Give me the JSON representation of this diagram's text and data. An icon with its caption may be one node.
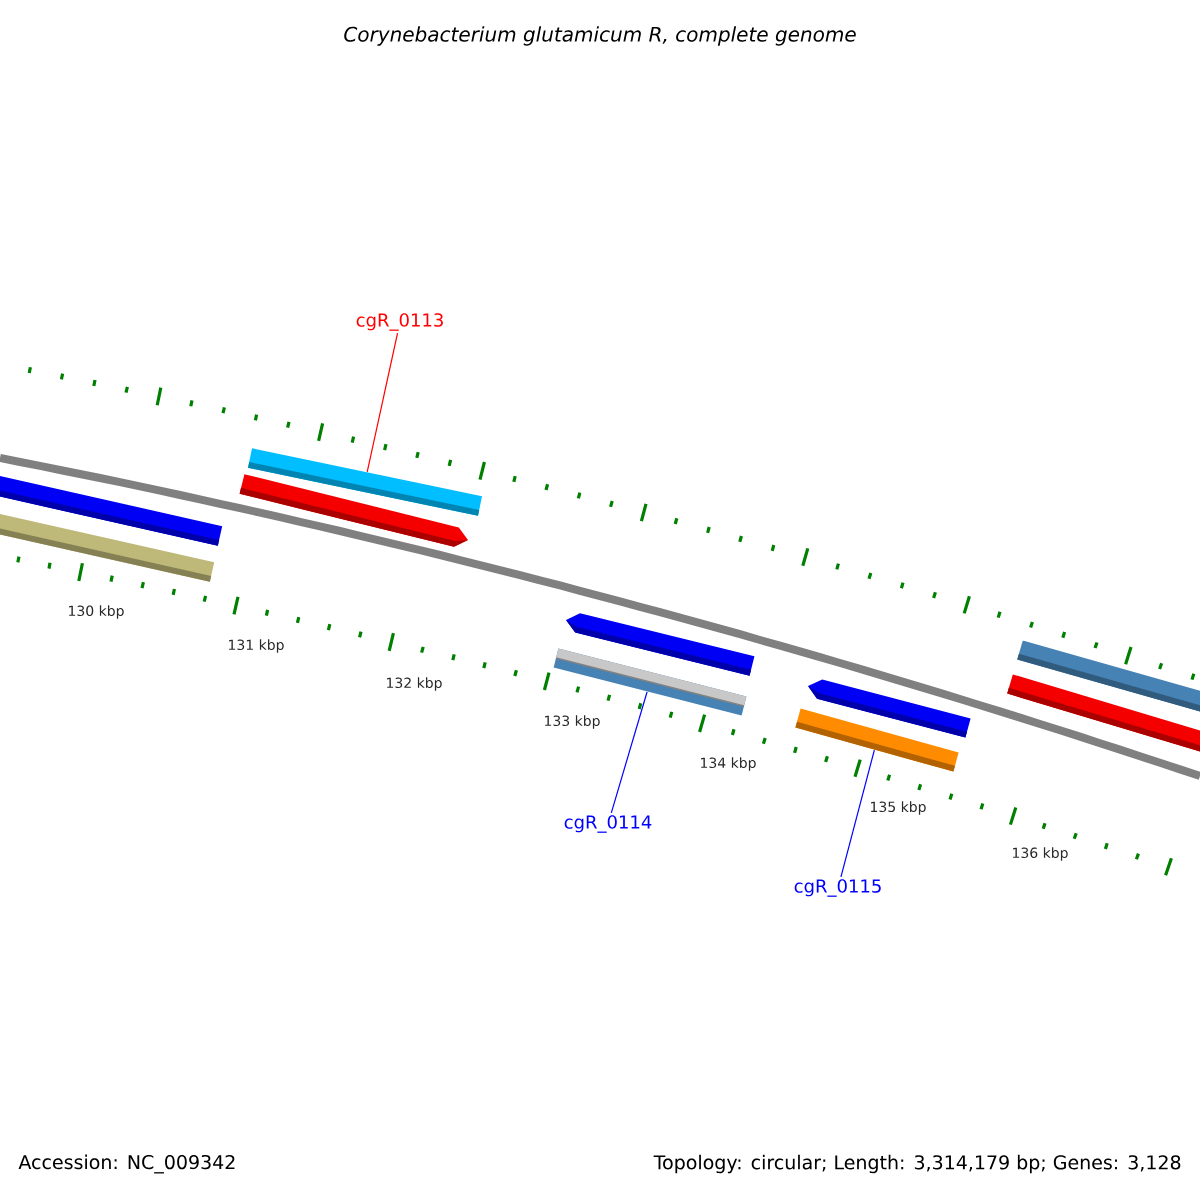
{
  "diagram": {
    "title": "Corynebacterium glutamicum R, complete genome",
    "nodes": [
      {
        "text": [],
        "shape": "bar"
      },
      {
        "text": [],
        "shape": "bar"
      },
      {
        "text": [
          "cgR_0113"
        ]
      },
      {
        "text": [],
        "shape": "bar"
      },
      {
        "text": [],
        "shape": "bar"
      },
      {
        "text": [
          "cgR_0114"
        ]
      },
      {
        "text": [],
        "shape": "bar"
      },
      {
        "text": [],
        "shape": "bar"
      },
      {
        "text": [
          "cgR_0115"
        ]
      },
      {
        "text": [],
        "shape": "bar"
      },
      {
        "text": [],
        "shape": "bar"
      },
      {
        "text": [],
        "shape": "bar"
      },
      {
        "text": [],
        "shape": "bar"
      }
    ],
    "edges": [
      {
        "from": 2,
        "to": 3,
        "arrow": "none",
        "color": "#ff0000"
      },
      {
        "from": 5,
        "to": 7,
        "arrow": "none",
        "color": "#0000ff"
      },
      {
        "from": 8,
        "to": 10,
        "arrow": "none",
        "color": "#0000ff"
      }
    ],
    "labels": [
      "130 kbp",
      "131 kbp",
      "132 kbp",
      "133 kbp",
      "134 kbp",
      "135 kbp",
      "136 kbp",
      "Accession: NC_009342",
      "Topology: circular; Length: 3,314,179 bp; Genes: 3,128"
    ]
  }
}
